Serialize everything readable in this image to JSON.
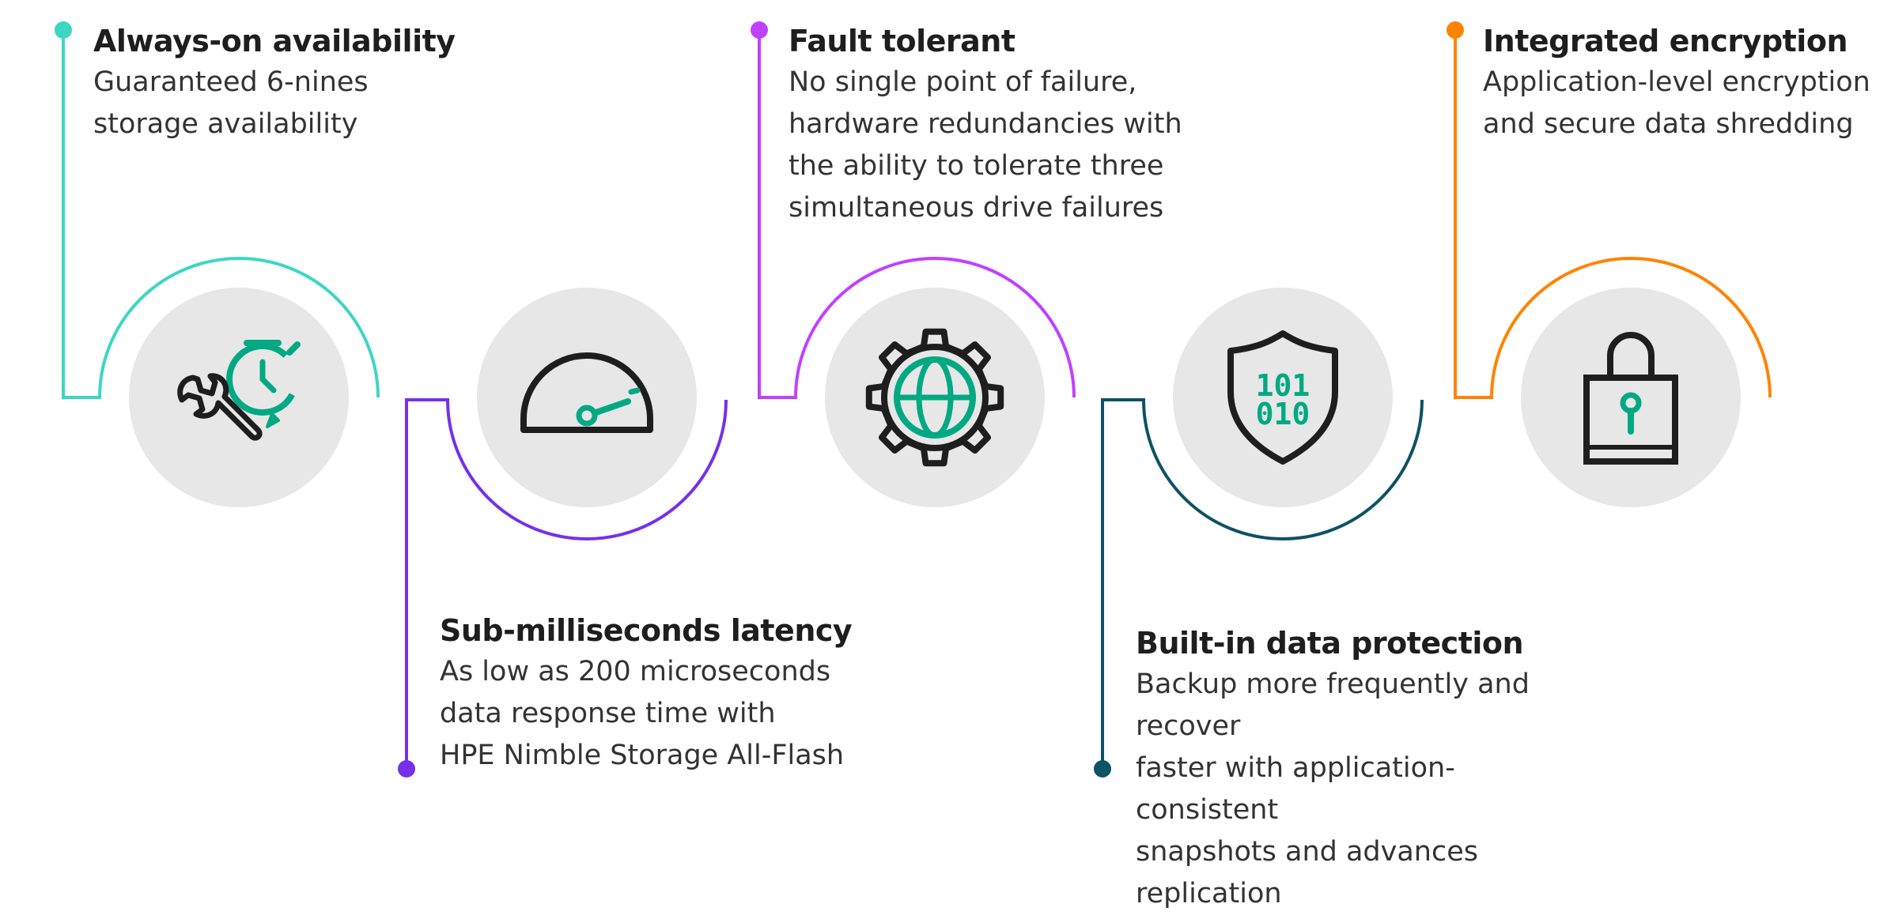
{
  "colors": {
    "teal": "#3dd6c3",
    "purple": "#7630ea",
    "magenta": "#c140ff",
    "dark_teal": "#0d5265",
    "orange": "#ff8300",
    "icon_green": "#01a982",
    "icon_dark": "#1e1e1e",
    "circle_fill": "#e7e7e7"
  },
  "features": [
    {
      "title": "Always-on availability",
      "description": "Guaranteed 6-nines\nstorage availability",
      "icon": "wrench-stopwatch-icon",
      "accent": "teal"
    },
    {
      "title": "Sub-milliseconds latency",
      "description": "As low as 200 microseconds\ndata response time with\nHPE Nimble Storage All-Flash",
      "icon": "speedometer-icon",
      "accent": "purple"
    },
    {
      "title": "Fault tolerant",
      "description": "No single point of failure,\nhardware redundancies with\nthe ability to tolerate three\nsimultaneous drive failures",
      "icon": "gear-globe-icon",
      "accent": "magenta"
    },
    {
      "title": "Built-in data protection",
      "description": "Backup more frequently and recover\nfaster with application-consistent\nsnapshots and advances replication",
      "icon": "shield-binary-icon",
      "accent": "dark_teal"
    },
    {
      "title": "Integrated encryption",
      "description": "Application-level encryption\nand secure data shredding",
      "icon": "padlock-icon",
      "accent": "orange"
    }
  ],
  "icon_text": {
    "binary_top": "101",
    "binary_bottom": "010"
  }
}
